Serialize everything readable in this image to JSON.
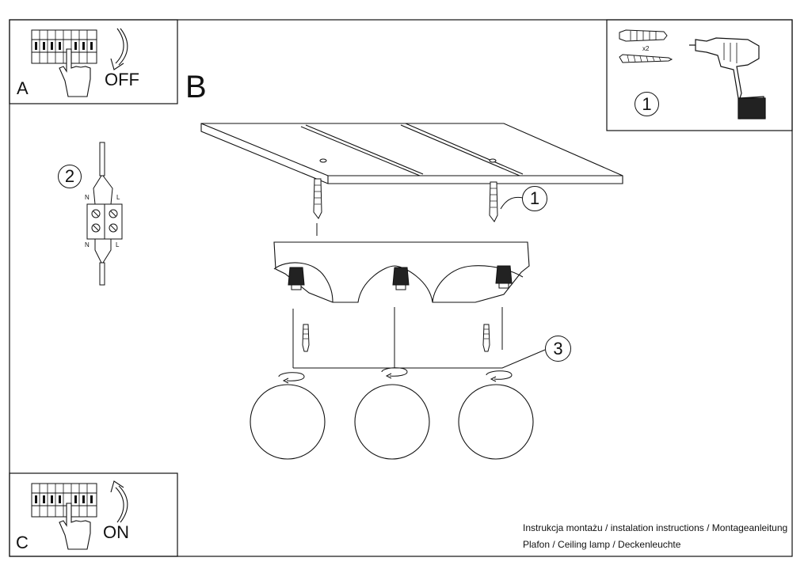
{
  "panels": {
    "power_off": {
      "letter": "A",
      "label": "OFF"
    },
    "power_on": {
      "letter": "C",
      "label": "ON"
    },
    "tools": {
      "step": "1",
      "anchor_count": "x2"
    }
  },
  "main_step": "B",
  "wiring": {
    "step": "2",
    "terminals": [
      "N",
      "L",
      "N",
      "L"
    ]
  },
  "callouts": [
    "1",
    "3"
  ],
  "caption": {
    "line1": "Instrukcja montażu / instalation instructions / Montageanleitung",
    "line2": "Plafon / Ceiling lamp / Deckenleuchte"
  }
}
